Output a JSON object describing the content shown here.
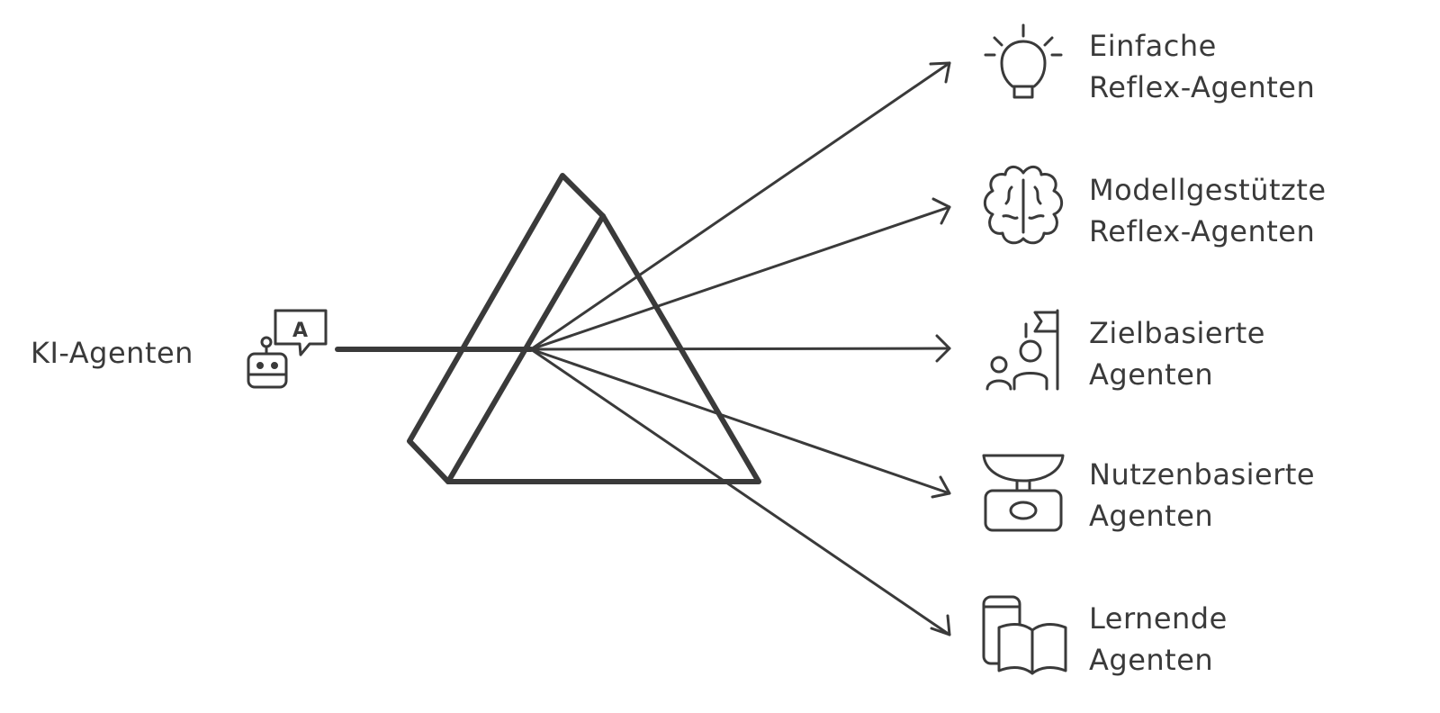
{
  "source": {
    "label": "KI-Agenten",
    "icon": "robot-translate-icon",
    "icon_glyph": "A"
  },
  "prism": {
    "icon": "prism-shape"
  },
  "outputs": [
    {
      "line1": "Einfache",
      "line2": "Reflex-Agenten",
      "icon": "lightbulb-icon"
    },
    {
      "line1": "Modellgestützte",
      "line2": "Reflex-Agenten",
      "icon": "brain-icon"
    },
    {
      "line1": "Zielbasierte",
      "line2": "Agenten",
      "icon": "goal-flag-people-icon"
    },
    {
      "line1": "Nutzenbasierte",
      "line2": "Agenten",
      "icon": "scale-icon"
    },
    {
      "line1": "Lernende",
      "line2": "Agenten",
      "icon": "phone-book-icon"
    }
  ],
  "colors": {
    "ink": "#3a3a3a",
    "background": "#ffffff"
  }
}
